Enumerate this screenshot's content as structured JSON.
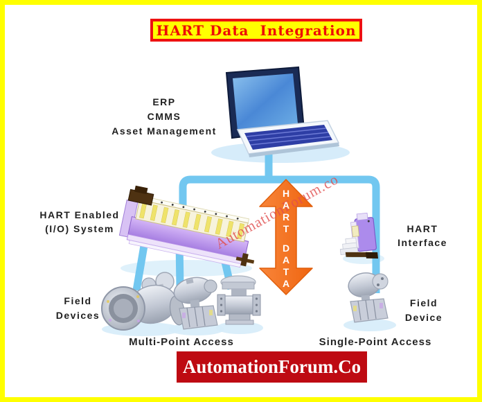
{
  "title": "HART Data  Integration",
  "watermark": "AutomationForum.co",
  "banner": {
    "text": "AutomationForum.Co"
  },
  "labels": {
    "erp": [
      "ERP",
      "CMMS",
      "Asset Management"
    ],
    "io_system": [
      "HART Enabled",
      "(I/O) System"
    ],
    "hart_interface": [
      "HART",
      "Interface"
    ],
    "field_devices": [
      "Field",
      "Devices"
    ],
    "field_device": [
      "Field",
      "Device"
    ],
    "multi_point": "Multi-Point Access",
    "single_point": "Single-Point Access"
  },
  "arrow": {
    "letters": [
      "H",
      "A",
      "R",
      "T",
      "D",
      "A",
      "T",
      "A"
    ],
    "color": "#F4711D"
  },
  "icons": {
    "computer": "desktop-computer-icon",
    "io_rack": "io-module-rack-icon",
    "hart_modem": "hart-interface-modem-icon",
    "flowmeter": "magnetic-flowmeter-icon",
    "transmitter": "pressure-transmitter-icon",
    "valve": "control-valve-icon",
    "single_transmitter": "pressure-transmitter-icon"
  },
  "colors": {
    "border_yellow": "#FFFF00",
    "title_red": "#EE0D06",
    "title_border_red": "#EE1111",
    "banner_red": "#BE0A12",
    "line_blue": "#72C7F0",
    "arrow_orange": "#F4711D",
    "watermark_red": "#E14F4F",
    "label_black": "#1F1F1F"
  }
}
